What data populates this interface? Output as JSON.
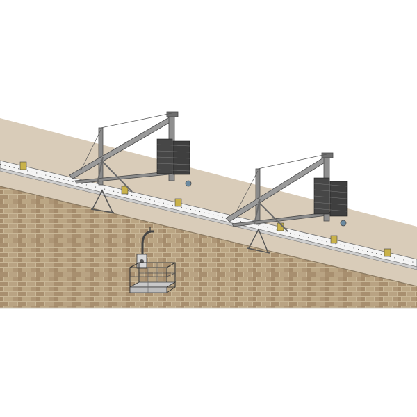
{
  "scene": {
    "subject": "suspended-platform-roof-rig",
    "components": [
      {
        "name": "roof-deck",
        "kind": "surface"
      },
      {
        "name": "brick-facade-wall",
        "kind": "surface"
      },
      {
        "name": "monorail-beam",
        "kind": "rail"
      },
      {
        "name": "suspension-outrigger-left",
        "kind": "outrigger"
      },
      {
        "name": "suspension-outrigger-right",
        "kind": "outrigger"
      },
      {
        "name": "counterweight-stack-left",
        "kind": "counterweight"
      },
      {
        "name": "counterweight-stack-right",
        "kind": "counterweight"
      },
      {
        "name": "rail-support-trestle-left",
        "kind": "trestle"
      },
      {
        "name": "rail-support-trestle-right",
        "kind": "trestle"
      },
      {
        "name": "work-cradle",
        "kind": "platform"
      }
    ],
    "colors": {
      "background": "#ffffff",
      "roof": "#d8cbb8",
      "brick": "#b29c7c",
      "mortar": "#c7b596",
      "rail": "#f4f4f4",
      "steel": "#7d7d7d",
      "counterweight": "#454545",
      "clamp": "#c9b24a"
    }
  }
}
